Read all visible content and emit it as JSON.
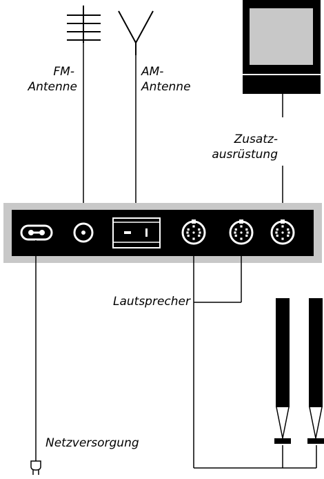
{
  "labels": {
    "fm_line1": "FM-",
    "fm_line2": "Antenne",
    "am_line1": "AM-",
    "am_line2": "Antenne",
    "extra_line1": "Zusatz-",
    "extra_line2": "ausrüstung",
    "speakers": "Lautsprecher",
    "power": "Netzversorgung"
  },
  "colors": {
    "line": "#000000",
    "panel_frame": "#c8c8c8",
    "panel": "#000000",
    "screen": "#c8c8c8",
    "white": "#ffffff"
  },
  "icons": {
    "fm": "fm-antenna-icon",
    "am": "am-antenna-icon",
    "monitor": "monitor-icon",
    "power_socket": "power-socket-icon",
    "coax": "coax-socket-icon",
    "am_socket": "am-socket-icon",
    "din": "din-socket-icon",
    "plug": "power-plug-icon",
    "speaker": "speaker-icon"
  }
}
